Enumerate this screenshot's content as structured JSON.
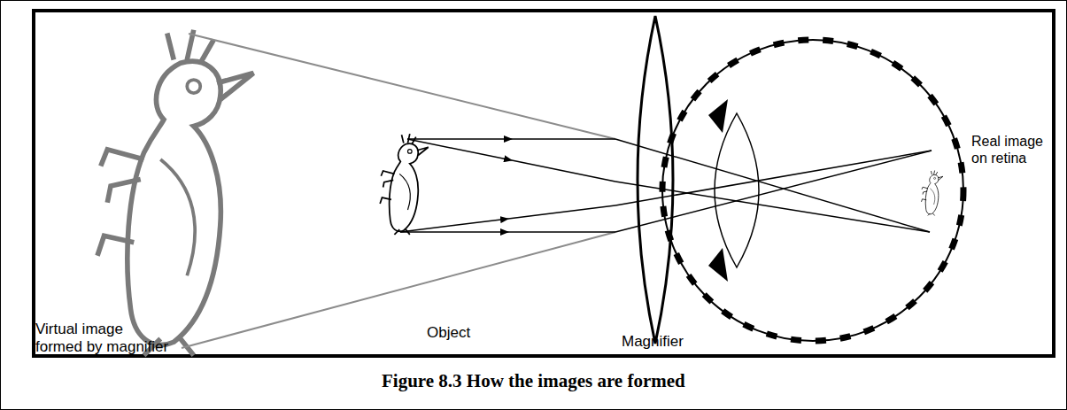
{
  "diagram": {
    "caption": "Figure 8.3 How the images are formed",
    "labels": [
      "Virtual image formed by magnifier",
      "Object",
      "Magnifier",
      "Real image on retina"
    ]
  }
}
